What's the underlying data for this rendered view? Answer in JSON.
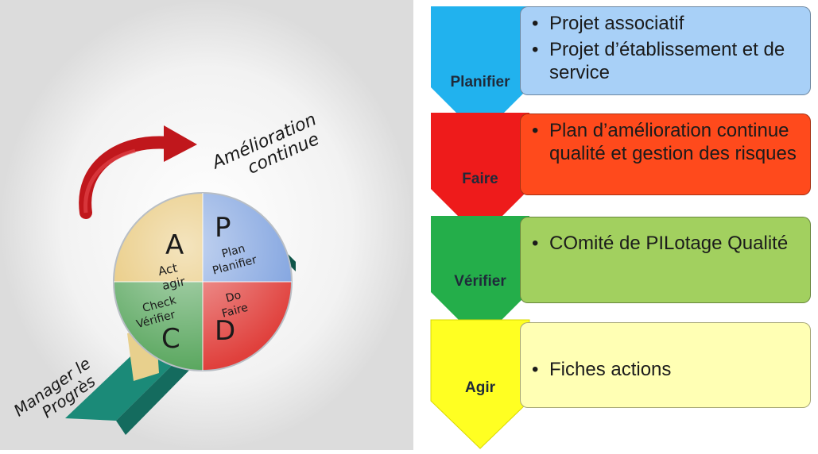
{
  "illustration": {
    "arrow_caption": [
      "Amélioration",
      "continue"
    ],
    "ramp_caption": [
      "Manager le",
      "Progrès"
    ],
    "wheel": {
      "plan": {
        "letter": "P",
        "en": "Plan",
        "fr": "Planifier",
        "color": "#7fa2df"
      },
      "do": {
        "letter": "D",
        "en": "Do",
        "fr": "Faire",
        "color": "#e0403c"
      },
      "check": {
        "letter": "C",
        "en": "Check",
        "fr": "Vérifier",
        "color": "#5aa75f"
      },
      "act": {
        "letter": "A",
        "en": "Act",
        "fr": "agir",
        "color": "#e6c36f"
      }
    },
    "ramp_color": "#1b8a78",
    "arrow_color": "#c0171c"
  },
  "steps": [
    {
      "label": "Planifier",
      "chevron_color": "#21b2ee",
      "box_color": "#a8d0f7",
      "bullets": [
        "Projet associatif",
        "Projet d’établissement et de service"
      ]
    },
    {
      "label": "Faire",
      "chevron_color": "#ee1b1b",
      "box_color": "#ff4a1c",
      "bullets": [
        "Plan d’amélioration continue qualité et gestion des risques"
      ]
    },
    {
      "label": "Vérifier",
      "chevron_color": "#24ae4a",
      "box_color": "#a2d05f",
      "bullets": [
        "COmité de PILotage Qualité"
      ]
    },
    {
      "label": "Agir",
      "chevron_color": "#ffff22",
      "box_color": "#ffffb4",
      "bullets": [
        "Fiches actions"
      ]
    }
  ]
}
